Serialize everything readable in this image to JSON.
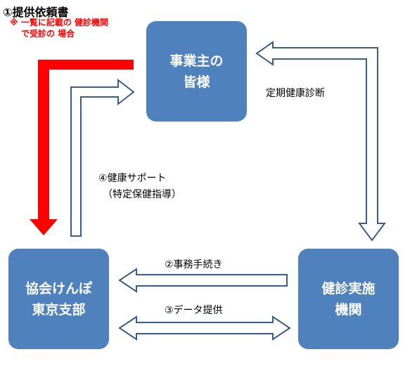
{
  "title": "①提供依頼書",
  "note": {
    "line1": "※ 一覧に記載の 健診機関",
    "line2": "で受診の 場合"
  },
  "boxes": {
    "employer": {
      "line1": "事業主の",
      "line2": "皆様"
    },
    "kyokai": {
      "line1": "協会けんぽ",
      "line2": "東京支部"
    },
    "kikan": {
      "line1": "健診実施",
      "line2": "機関"
    }
  },
  "labels": {
    "checkup": "定期健康診断",
    "support_line1": "④健康サポート",
    "support_line2": "（特定保健指導）",
    "procedure": "②事務手続き",
    "data": "③データ提供"
  },
  "colors": {
    "box_fill": "#4f81bd",
    "arrow_stroke": "#385d8a",
    "request_arrow": "#ff0000",
    "note_text": "#ff0000"
  }
}
